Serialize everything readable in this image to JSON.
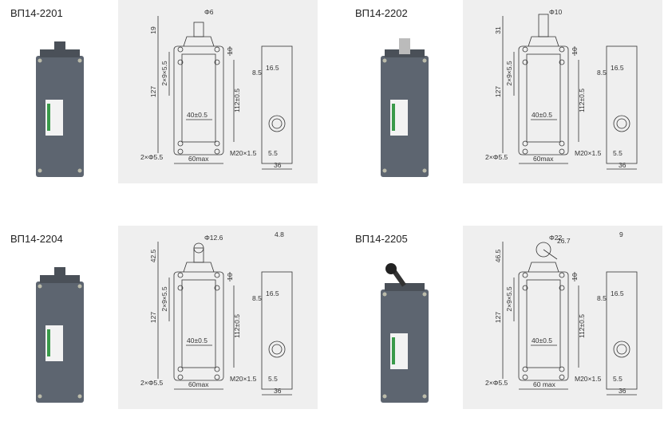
{
  "products": [
    {
      "model": "ВП14-2201",
      "actuator": "plunger",
      "dims": {
        "top_dia": "Φ6",
        "top_height": "19",
        "d10": "10",
        "holes_slot": "2×9×5.5",
        "height": "127",
        "hole_spacing_v": "112±0.5",
        "hole_spacing_h": "40±0.5",
        "mount_holes": "2×Φ5.5",
        "width": "60max",
        "thread": "M20×1.5",
        "side_55": "5.5",
        "depth": "36",
        "side_165": "16.5",
        "side_85": "8.5"
      }
    },
    {
      "model": "ВП14-2202",
      "actuator": "plunger-long",
      "dims": {
        "top_dia": "Φ10",
        "top_height": "31",
        "d10": "10",
        "holes_slot": "2×9×5.5",
        "height": "127",
        "hole_spacing_v": "112±0.5",
        "hole_spacing_h": "40±0.5",
        "mount_holes": "2×Φ5.5",
        "width": "60max",
        "thread": "M20×1.5",
        "side_55": "5.5",
        "depth": "36",
        "side_165": "16.5",
        "side_85": "8.5"
      }
    },
    {
      "model": "ВП14-2204",
      "actuator": "roller-plunger",
      "dims": {
        "top_dia": "Φ12.6",
        "top_height": "42.5",
        "d10": "10",
        "holes_slot": "2×9×5.5",
        "height": "127",
        "hole_spacing_v": "112±0.5",
        "hole_spacing_h": "40±0.5",
        "mount_holes": "2×Φ5.5",
        "width": "60max",
        "thread": "M20×1.5",
        "side_55": "5.5",
        "depth": "36",
        "side_165": "16.5",
        "side_85": "8.5",
        "side_top": "4.8"
      }
    },
    {
      "model": "ВП14-2205",
      "actuator": "roller-lever",
      "dims": {
        "top_dia": "Φ22",
        "top_height": "46.5",
        "lever": "26.7",
        "d10": "10",
        "holes_slot": "2×9×5.5",
        "height": "127",
        "hole_spacing_v": "112±0.5",
        "hole_spacing_h": "40±0.5",
        "mount_holes": "2×Φ5.5",
        "width": "60 max",
        "thread": "M20×1.5",
        "side_55": "5.5",
        "depth": "36",
        "side_165": "16.5",
        "side_85": "8.5",
        "side_top": "9"
      }
    }
  ],
  "colors": {
    "panel": "#efefef",
    "body": "#5d6570",
    "line": "#333333"
  }
}
